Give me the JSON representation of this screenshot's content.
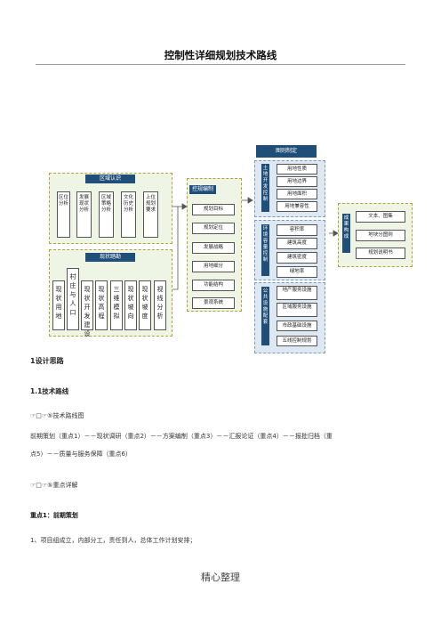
{
  "page_title": "控制性详细规划技术路线",
  "diagram": {
    "region": {
      "header": "区域认识",
      "items": [
        "区位分析",
        "发展现状分析",
        "区域策略分析",
        "文化历史分析",
        "上位规划要求"
      ]
    },
    "status": {
      "header": "现状踏勘",
      "items": [
        "现状用地",
        "村庄与人口",
        "现状开发建设",
        "现状高程",
        "三维模拟",
        "现状坡向",
        "现状坡度",
        "视线分析"
      ]
    },
    "compile": {
      "header": "控规编制",
      "items": [
        "规划目标",
        "规划定位",
        "发展战略",
        "用地细分",
        "功能结构",
        "景观系统"
      ]
    },
    "guide": {
      "header": "图则制定",
      "groups": [
        {
          "label": "土地开发控制",
          "items": [
            "用地性质",
            "用地边界",
            "用地面积",
            "用地兼容性"
          ]
        },
        {
          "label": "环境容量控制",
          "items": [
            "容积率",
            "建筑高度",
            "建筑密度",
            "绿地率"
          ]
        },
        {
          "label": "公共设施配套",
          "items": [
            "地产服务设施",
            "区域服务设施",
            "市政基础设施",
            "五线控制规划"
          ]
        }
      ]
    },
    "result": {
      "label": "成果构成",
      "items": [
        "文本、图集",
        "地块分图则",
        "规划说明书"
      ]
    }
  },
  "section1_heading": "1设计思路",
  "section11_heading": "1.1技术路线",
  "marker1": "☞□☞⑤技术路线图",
  "para1_line1": "前期策划（重点1）－－现状调研（重点2）－－方案编制（重点3）－－汇报论证（重点4）－－报批归档（重",
  "para1_line2": "点5）－－质量与服务保障（重点6）",
  "marker2": "☞□☞⑤重点详解",
  "focus_heading": "重点1：前期策划",
  "para2": "1、项目组成立，内部分工，责任到人，总体工作计划安排；",
  "footer": "精心整理"
}
